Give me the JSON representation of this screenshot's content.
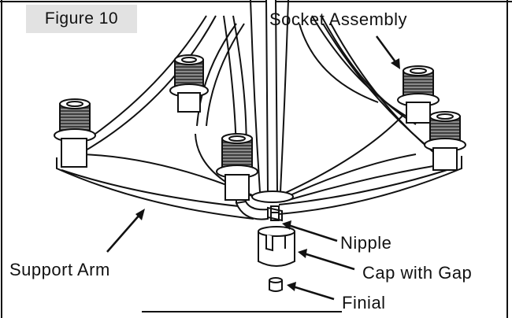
{
  "figure_label": "Figure 10",
  "callouts": {
    "socket_assembly": "Socket Assembly",
    "nipple": "Nipple",
    "support_arm": "Support Arm",
    "cap_with_gap": "Cap with Gap",
    "finial": "Finial"
  },
  "colors": {
    "line": "#111111",
    "label_background": "#e2e2e2",
    "socket_thread": "#666666",
    "background": "#ffffff"
  }
}
